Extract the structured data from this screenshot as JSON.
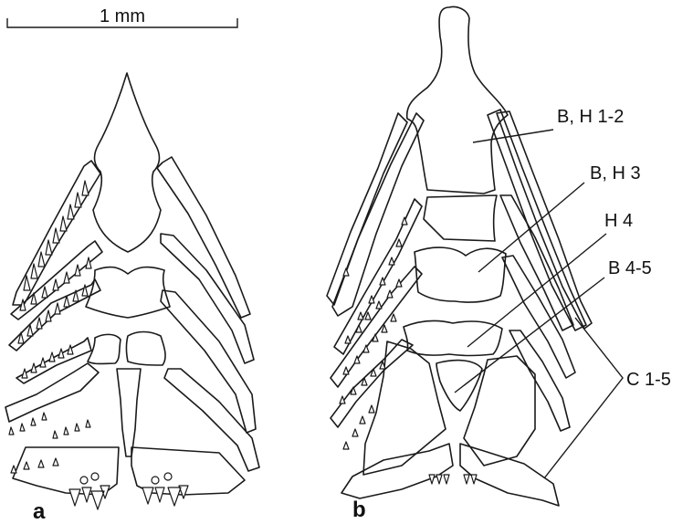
{
  "scale_bar": {
    "label": "1 mm"
  },
  "panels": {
    "a": "a",
    "b": "b"
  },
  "labels": {
    "bh12": "B, H 1-2",
    "bh3": "B, H 3",
    "h4": "H 4",
    "b45": "B 4-5",
    "c15": "C 1-5"
  },
  "colors": {
    "ink": "#1a1a1a",
    "background": "#ffffff"
  }
}
